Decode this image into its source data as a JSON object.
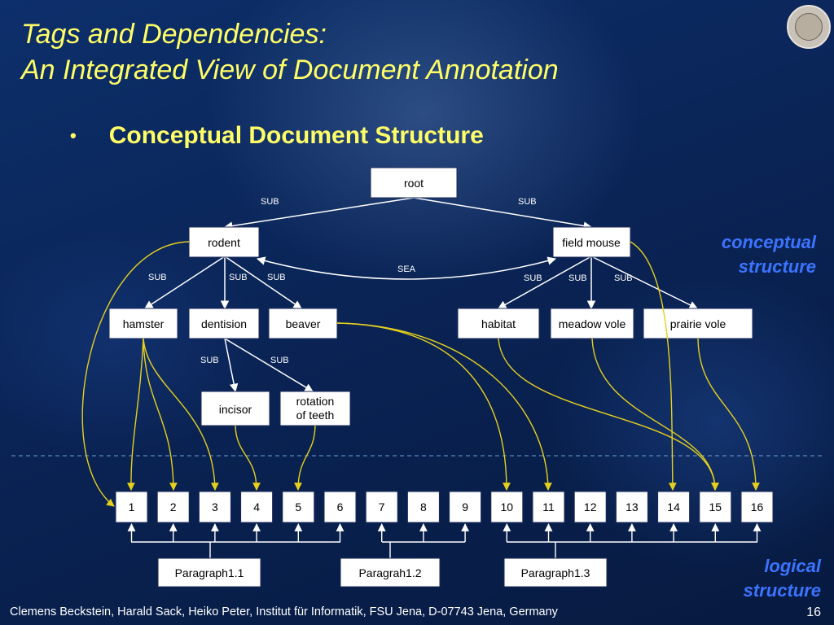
{
  "title": {
    "line1": "Tags and Dependencies:",
    "line2": "An Integrated View of Document Annotation"
  },
  "bullet": {
    "symbol": "•",
    "text": "Conceptual Document Structure"
  },
  "labels": {
    "conceptual_1": "conceptual",
    "conceptual_2": "structure",
    "logical_1": "logical",
    "logical_2": "structure"
  },
  "footer": {
    "credit": "Clemens Beckstein, Harald Sack, Heiko Peter, Institut für Informatik, FSU Jena, D-07743 Jena, Germany",
    "page": "16"
  },
  "colors": {
    "title": "#ffff66",
    "side_label": "#3b74ff",
    "dependency_line": "#e6d01e",
    "tree_line": "#ffffff",
    "dashed_separator": "#6aa0d8"
  },
  "diagram": {
    "nodes": {
      "root": "root",
      "rodent": "rodent",
      "field_mouse": "field mouse",
      "hamster": "hamster",
      "dentision": "dentision",
      "beaver": "beaver",
      "habitat": "habitat",
      "meadow_vole": "meadow vole",
      "prairie_vole": "prairie vole",
      "incisor": "incisor",
      "rotation_1": "rotation",
      "rotation_2": "of teeth"
    },
    "edge_labels": {
      "sub": "SUB",
      "sea": "SEA"
    },
    "segments": [
      "1",
      "2",
      "3",
      "4",
      "5",
      "6",
      "7",
      "8",
      "9",
      "10",
      "11",
      "12",
      "13",
      "14",
      "15",
      "16"
    ],
    "paragraphs": [
      "Paragraph1.1",
      "Paragrah1.2",
      "Paragraph1.3"
    ]
  }
}
